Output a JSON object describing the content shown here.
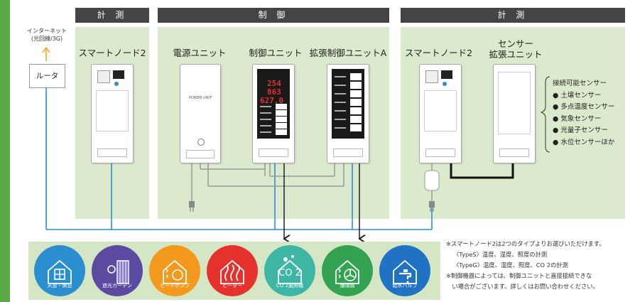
{
  "headers": {
    "left": "計 測",
    "middle": "制 御",
    "right": "計 測"
  },
  "internet": {
    "line1": "インターネット",
    "line2": "(光回線/3G)",
    "router": "ルータ"
  },
  "devices": {
    "smart_node_left": "スマートノード2",
    "power_unit": "電源ユニット",
    "power_unit_label": "POWER UNIT",
    "control_unit": "制御ユニット",
    "ext_control_unit": "拡張制御ユニットA",
    "smart_node_right": "スマートノード2",
    "sensor_ext_line1": "センサー",
    "sensor_ext_line2": "拡張ユニット"
  },
  "displays": {
    "row1": "254",
    "row2": "863",
    "row3": "627.0"
  },
  "sensors": {
    "title": "接続可能センサー",
    "items": [
      "土壌センサー",
      "多点温度センサー",
      "気象センサー",
      "光量子センサー",
      "水位センサーほか"
    ]
  },
  "equipment": [
    {
      "label": "天窓・側窓",
      "color": "#2b8ecf",
      "icon": "window-icon"
    },
    {
      "label": "遮光カーテン",
      "color": "#5b4aa0",
      "icon": "curtain-icon"
    },
    {
      "label": "ヒートポンプ",
      "color": "#f39a1e",
      "icon": "heat-pump-icon"
    },
    {
      "label": "ヒーター",
      "color": "#e5322d",
      "icon": "heater-icon"
    },
    {
      "label": "CO 2施用機",
      "color": "#3eb6a6",
      "icon": "co2-icon"
    },
    {
      "label": "循環扇",
      "color": "#33a352",
      "icon": "fan-icon"
    },
    {
      "label": "給水バルブ",
      "color": "#1f73c2",
      "icon": "valve-icon"
    }
  ],
  "co2_text": "CO 2",
  "notes": [
    "※スマートノード2は2つのタイプよりお選びいただけます。",
    "〈TypeS〉温度、湿度、照度の計測",
    "〈TypeG〉温度、湿度、照度、CO 2の計測",
    "※制御機器によっては、制御ユニットと直接接続できな",
    "　い場合がございます。詳しくはお問い合わせください。"
  ],
  "colors": {
    "green_bar": "#5aab45",
    "panel": "#dbe9cc",
    "line_blue": "#2a8fd0",
    "header": "#444444"
  }
}
